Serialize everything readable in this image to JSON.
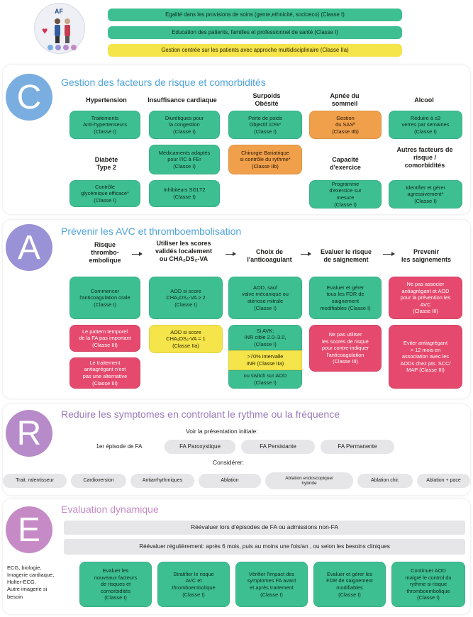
{
  "top": {
    "logo_text": "AF",
    "principles": [
      "Egalité dans les provisions de soins (genre,ethnicité, socioeco) (Classe I)",
      "Education des patients, familles et professionnel de santé (Classe I)",
      "Gestion centrée sur les patients avec approche multidisciplinaire (Classe IIa)"
    ]
  },
  "c": {
    "letter": "C",
    "title": "Gestion des facteurs de risque et comorbidités",
    "headers": [
      "Hypertension",
      "Insuffisance cardiaque",
      "Surpoids\nObésité",
      "Apnée du\nsommeil",
      "Alcool",
      "Diabète\nType 2",
      "Capacité\nd'exercice",
      "Autres facteurs de\nrisque /\ncomorbidités"
    ],
    "boxes": [
      "Traitements\nAnti-hypertenseurs\n(Classe I)",
      "Diurétiques pour\nla congestion\n(Classe I)",
      "Perte de poids\nObjectif 10%*\n(Classe I)",
      "Gestion\ndu SASª\n(Classe IIb)",
      "Réduire à ≤3\nverres par semaines\n(Classe I)",
      "Médicaments adaptés\npour l'IC à FEr\n(Classe I)",
      "Chirurgie Bariatrique\nsi contrôle du rythme*\n(Classe IIb)",
      "Contrôle\nglycémique efficace*\n(Classe I)",
      "Inhibiteurs SGLT2\n(Classe I)",
      "Programme\nd'exercice sur\nmesure\n(Classe I)",
      "Identifier et gérer\nagressivement*\n(Classe I)"
    ]
  },
  "a": {
    "letter": "A",
    "title": "Prévenir les AVC et thromboembolisation",
    "headers": [
      "Risque\nthrombo-\nembolique",
      "Utiliser les scores\nvalidés localement\nou CHA₂DS₂-VA",
      "Choix de\nl'anticoagulant",
      "Evaluer le risque\nde saignement",
      "Prevenir\nles saignements"
    ],
    "boxes": [
      "Commencer\nl'anticoagulation orale\n(Classe I)",
      "AOD si score\nCHA₂DS₂-VA ≥ 2\n(Classe I)",
      "AOD, sauf\nvalve mécanique ou\nsténose mitrale\n(Classe I)",
      "Evaluer et gérer\ntous les FDR de\nsaignement\nmodifiables (Classe I)",
      "Ne pas associer\nantiagrégant et AOD\npour la prévention les\nAVC\n(Classe III)",
      "Le pattern temporel\nde la FA pas important\n(Classe III)",
      "AOD si score\nCHA₂DS₂-VA = 1\n(Classe IIa)",
      "Si AVK:\nINR cible 2.0–3.0,\n(Classe I)",
      ">70% intervalle\nINR (Classe IIa)",
      "ou switch sur AOD\n(Classe I)",
      "Ne pas utiliser\nles scores de risque\npour contre-indiquer\nl'anticoagulation\n(Classe III)",
      "Eviter antiagrégant\n> 12 mois en\nassociation avec les\nAODs chez pts. SCC/\nMAP (Classe III)",
      "Le traitement\nantiagrégant n'est\npas une alternative\n(Classe III)"
    ]
  },
  "r": {
    "letter": "R",
    "title": "Reduire les symptomes en controlant le rythme ou la fréquence",
    "subtitle1": "Voir la présentation initiale:",
    "presentations": [
      "1er épisode de FA",
      "FA Paroxystique",
      "FA Persistante",
      "FA Permanente"
    ],
    "subtitle2": "Considérer:",
    "treatments": [
      "Trait. ralentisseur",
      "Cardioversion",
      "Antiarrhythmiques",
      "Ablation",
      "Ablation endoscopique/\nhybride",
      "Ablation chir.",
      "Ablation + pace"
    ]
  },
  "e": {
    "letter": "E",
    "title": "Evaluation dynamique",
    "bar1": "Réévaluer lors d'épisodes de FA ou admissions non-FA",
    "bar2": "Réévaluer régulièrement: après 6 mois, puis au moins une fois/an , ou selon les besoins cliniques",
    "tests": "ECG, biologie,\nImagerie cardiaque,\nHolter-ECG,\nAutre imagerie si\nbesoin",
    "boxes": [
      "Evaluer les\nnouveaux facteurs\nde risques et\ncomorbidités\n(Classe I)",
      "Stratifier le risque\nAVC et\nthromboembolique\n(Classe I)",
      "Vérifier l'impact des\nsymptomes FA avant\net après traitement\n(Classe I)",
      "Evaluer et gérer les\nFDR de saignement\nmodifiables\n(Classe I)",
      "Continuer AOD\nmalgré le control du\nrythme si risque\nthromboembolique\n(Classe I)"
    ]
  },
  "colors": {
    "green": "#3dbf92",
    "orange": "#f0a04b",
    "yellow": "#f5e44a",
    "red": "#e54a6e",
    "c": "#7aaee0",
    "a": "#9a92d6",
    "r": "#b78bc9",
    "e": "#c68bc6",
    "title": "#4fa3d9"
  }
}
